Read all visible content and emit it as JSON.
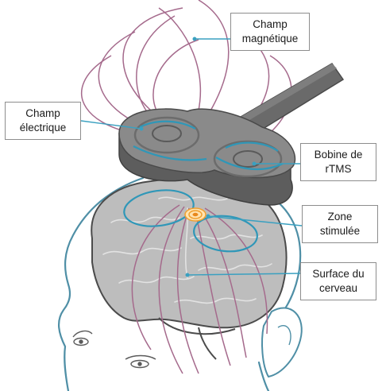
{
  "labels": {
    "magnetic_field": {
      "line1": "Champ",
      "line2": "magnétique"
    },
    "electric_field": {
      "line1": "Champ",
      "line2": "électrique"
    },
    "coil": {
      "line1": "Bobine de",
      "line2": "rTMS"
    },
    "stimulated_zone": {
      "line1": "Zone",
      "line2": "stimulée"
    },
    "brain_surface": {
      "line1": "Surface du",
      "line2": "cerveau"
    }
  },
  "colors": {
    "magnetic_field_lines": "#a56a8c",
    "electric_field_lines": "#2f97b8",
    "leader_lines": "#3aa0c0",
    "coil_body": "#6b6b6b",
    "coil_top": "#8a8a8a",
    "coil_handle": "#666666",
    "brain": "#b8b8b8",
    "head_outline": "#4f8fa6",
    "stimulation_spot": "#f0a030"
  }
}
